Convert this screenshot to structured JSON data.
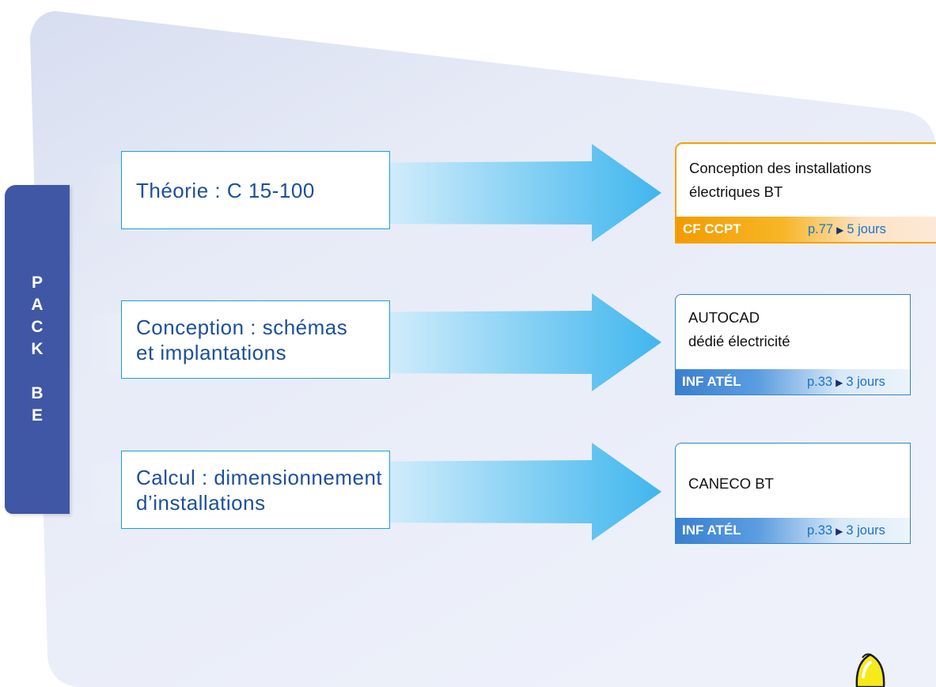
{
  "side_tab": {
    "letters": [
      "P",
      "A",
      "C",
      "K",
      "",
      "B",
      "E"
    ]
  },
  "rows": [
    {
      "topic": "Théorie : C 15-100",
      "card": {
        "title_line1": "Conception des installations",
        "title_line2": "électriques BT",
        "code": "CF CCPT",
        "page": "p.77",
        "duration": "5 jours",
        "theme": "orange"
      }
    },
    {
      "topic_line1": "Conception : schémas",
      "topic_line2": "et implantations",
      "card": {
        "title_line1": "AUTOCAD",
        "title_line2": "dédié électricité",
        "code": "INF ATÉL",
        "page": "p.33",
        "duration": "3 jours",
        "theme": "blue"
      }
    },
    {
      "topic_line1": "Calcul : dimensionnement",
      "topic_line2": "d’installations",
      "card": {
        "title_line1": "CANECO BT",
        "code": "INF ATÉL",
        "page": "p.33",
        "duration": "3 jours",
        "theme": "blue"
      }
    }
  ],
  "colors": {
    "side_tab": "#3f57a5",
    "topic_text": "#1c4f9c",
    "topic_border": "#1aa0d8",
    "arrow_light": "#e8f5fd",
    "arrow_dark": "#3fb6ee",
    "card_orange": "#f39b00",
    "card_blue": "#3a7fd0",
    "panel": "#e4e9f6"
  },
  "icons": {
    "triangle": "▶",
    "decor": "lightbulb-icon"
  }
}
